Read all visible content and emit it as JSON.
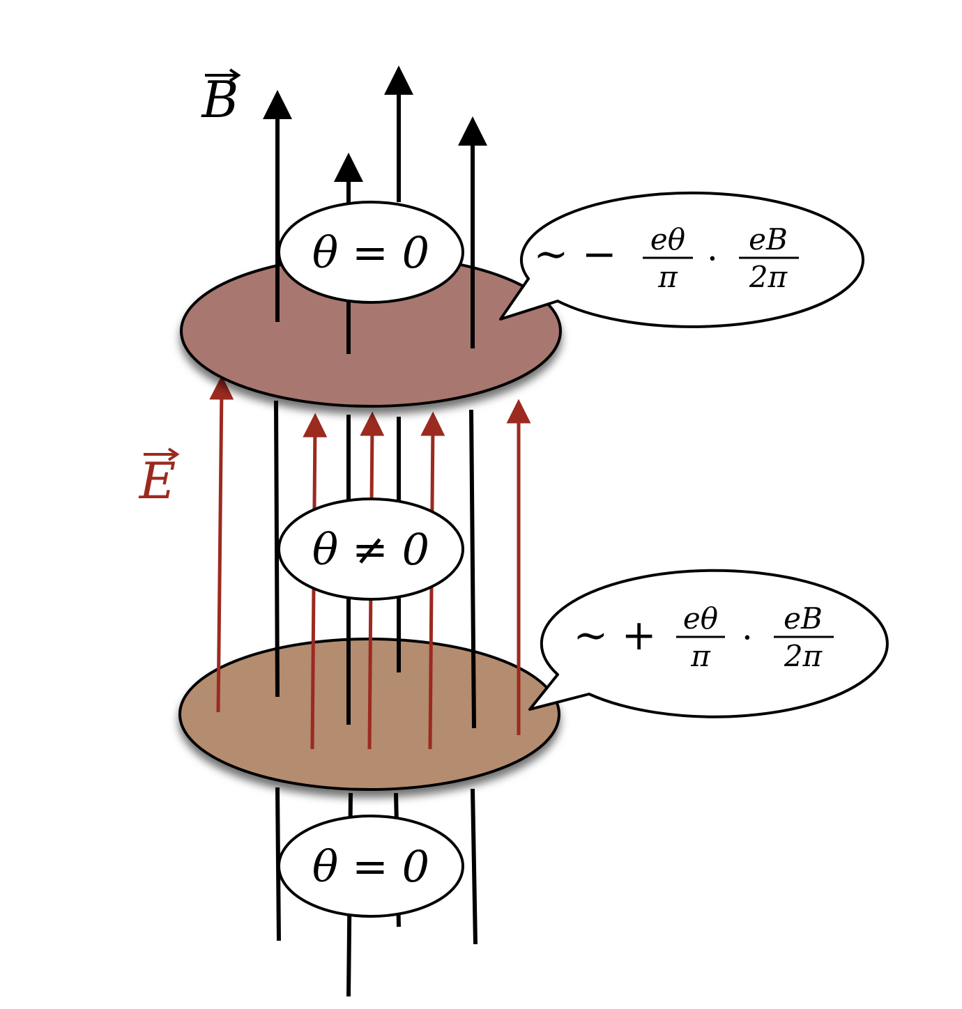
{
  "labels": {
    "b_symbol": "B",
    "e_symbol": "E"
  },
  "regions": {
    "top": "θ = 0",
    "middle": "θ ≠ 0",
    "bottom": "θ = 0"
  },
  "top_bubble": {
    "prefix": "∼ −",
    "frac1_num": "eθ",
    "frac1_den": "π",
    "dot": "·",
    "frac2_num": "eB",
    "frac2_den": "2π"
  },
  "bottom_bubble": {
    "prefix": "∼ +",
    "frac1_num": "eθ",
    "frac1_den": "π",
    "dot": "·",
    "frac2_num": "eB",
    "frac2_den": "2π"
  },
  "colors": {
    "b_field": "#000000",
    "e_field": "#9b2a1f",
    "top_disk": "#a8776f",
    "bottom_disk": "#b48c70",
    "bubble_fill": "#ffffff"
  }
}
